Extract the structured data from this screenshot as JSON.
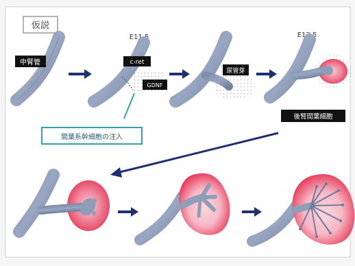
{
  "slide": {
    "title": "仮説",
    "labels": {
      "mesonephric_duct": "中腎管",
      "stage_e115": "E11.5",
      "c_ret": "c-ret",
      "gdnf": "GDNF",
      "ureteric_bud": "尿管芽",
      "stage_e135": "E13.5",
      "metanephric_mesenchyme": "後腎間葉細胞",
      "mesenchymal_stem_cell_injection": "間葉系幹細胞の注入"
    },
    "colors": {
      "duct": "#8f9db7",
      "kidney_fill": "#ea3d5a",
      "kidney_center": "#f6b5c3",
      "label_box": "#111111",
      "callout": "#2fa2ab",
      "arrow": "#1f2f73"
    },
    "icons": [
      "right-arrow-icon",
      "diagonal-arrow-icon",
      "callout-pointer-icon"
    ]
  }
}
